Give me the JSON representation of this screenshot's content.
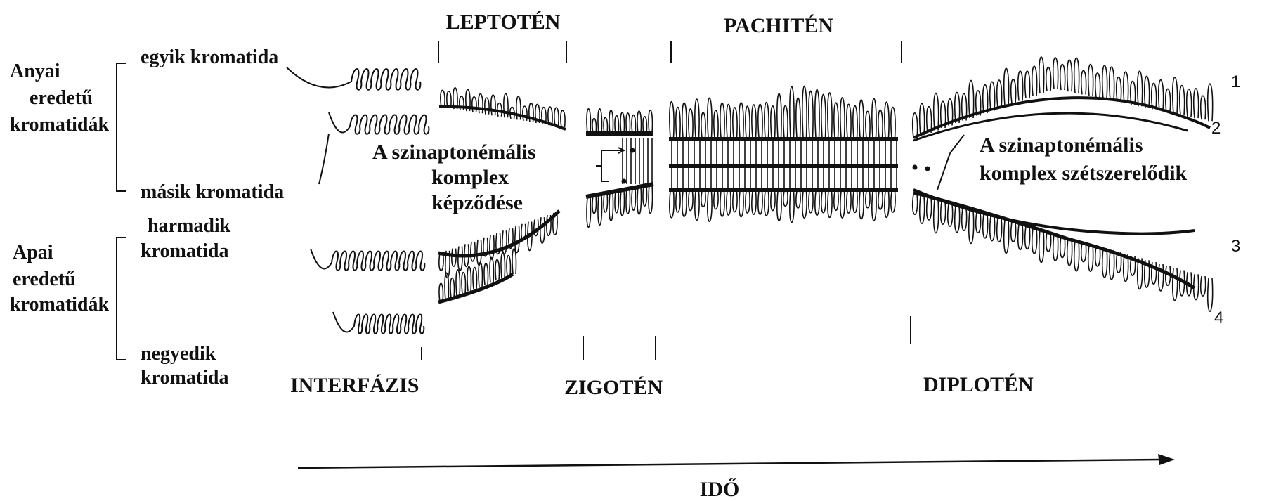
{
  "stages": {
    "leptoten": "LEPTOTÉN",
    "pachiten": "PACHITÉN",
    "interfazis": "INTERFÁZIS",
    "zigoten": "ZIGOTÉN",
    "diploten": "DIPLOTÉN"
  },
  "maternal": {
    "group_label": [
      "Anyai",
      "eredetű",
      "kromatidák"
    ],
    "first_chromatid": "egyik kromatida",
    "second_chromatid": "másik kromatida"
  },
  "paternal": {
    "group_label": [
      "Apai",
      "eredetű",
      "kromatidák"
    ],
    "third_chromatid": [
      "harmadik",
      "kromatida"
    ],
    "fourth_chromatid": [
      "negyedik",
      "kromatida"
    ]
  },
  "annotations": {
    "formation": [
      "A szinaptonémális",
      "komplex",
      "képződése"
    ],
    "disassembly": [
      "A szinaptonémális",
      "komplex szétszerelődik"
    ]
  },
  "chromatid_numbers": [
    "1",
    "2",
    "3",
    "4"
  ],
  "time_label": "IDŐ",
  "colors": {
    "ink": "#111111",
    "background": "#ffffff"
  }
}
